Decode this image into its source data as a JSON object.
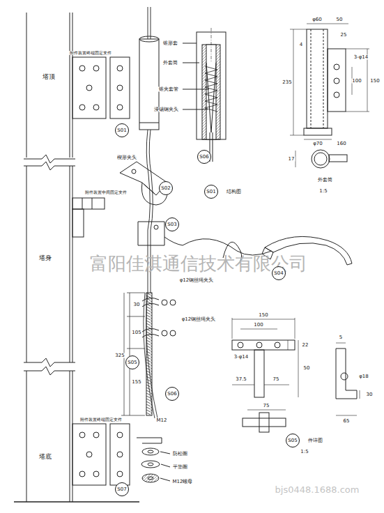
{
  "diagram": {
    "nodes": [
      {
        "text": [
          "S01"
        ]
      },
      {
        "text": [
          "S06"
        ]
      },
      {
        "text": [
          "S02"
        ]
      },
      {
        "text": [
          "S01"
        ]
      },
      {
        "text": [
          "S03"
        ]
      },
      {
        "text": [
          "S04"
        ]
      },
      {
        "text": [
          "S05"
        ]
      },
      {
        "text": [
          "S06"
        ]
      },
      {
        "text": [
          "S05"
        ]
      },
      {
        "text": [
          "S07"
        ]
      }
    ],
    "labels": [
      "塔顶",
      "附件装置终端固定支件",
      "楔形夹头",
      "塔身",
      "附件装置中间固定支件",
      "φ12钢丝绳夹头",
      "φ12钢丝绳夹头",
      "30",
      "105",
      "325",
      "155",
      "M12",
      "附件装置终端固定支件",
      "塔底",
      "防松圈",
      "平垫圈",
      "M12螺母",
      "锥形套",
      "外套筒",
      "锥夹套管",
      "浸锡钢夹头",
      "结构图",
      "φ60",
      "50",
      "25",
      "3-φ14",
      "4",
      "235",
      "100",
      "150",
      "φ70",
      "160",
      "17",
      "外套筒",
      "1:5",
      "150",
      "100",
      "3-φ14",
      "22",
      "50",
      "37.5",
      "75",
      "75",
      "5",
      "φ18",
      "30",
      "65",
      "件详图",
      "1:5",
      "富阳佳淇通信技术有限公司",
      "bjs0448.1688.com"
    ]
  }
}
